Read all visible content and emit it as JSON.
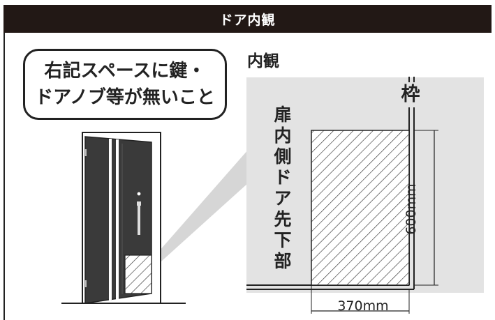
{
  "header": {
    "title": "ドア内観"
  },
  "callout": {
    "line1": "右記スペースに鍵・",
    "line2": "ドアノブ等が無いこと"
  },
  "inner_view": {
    "title": "内観",
    "frame_label": "枠",
    "door_side_label": "扉内側",
    "door_bottom_label": "ドア先下部",
    "width_dimension": "370mm",
    "height_dimension": "600mm"
  },
  "colors": {
    "header_bg": "#221815",
    "panel_gray": "#e3e3e3",
    "door_dark": "#3a3a3a",
    "callout_cone": "#d6d6d6"
  }
}
